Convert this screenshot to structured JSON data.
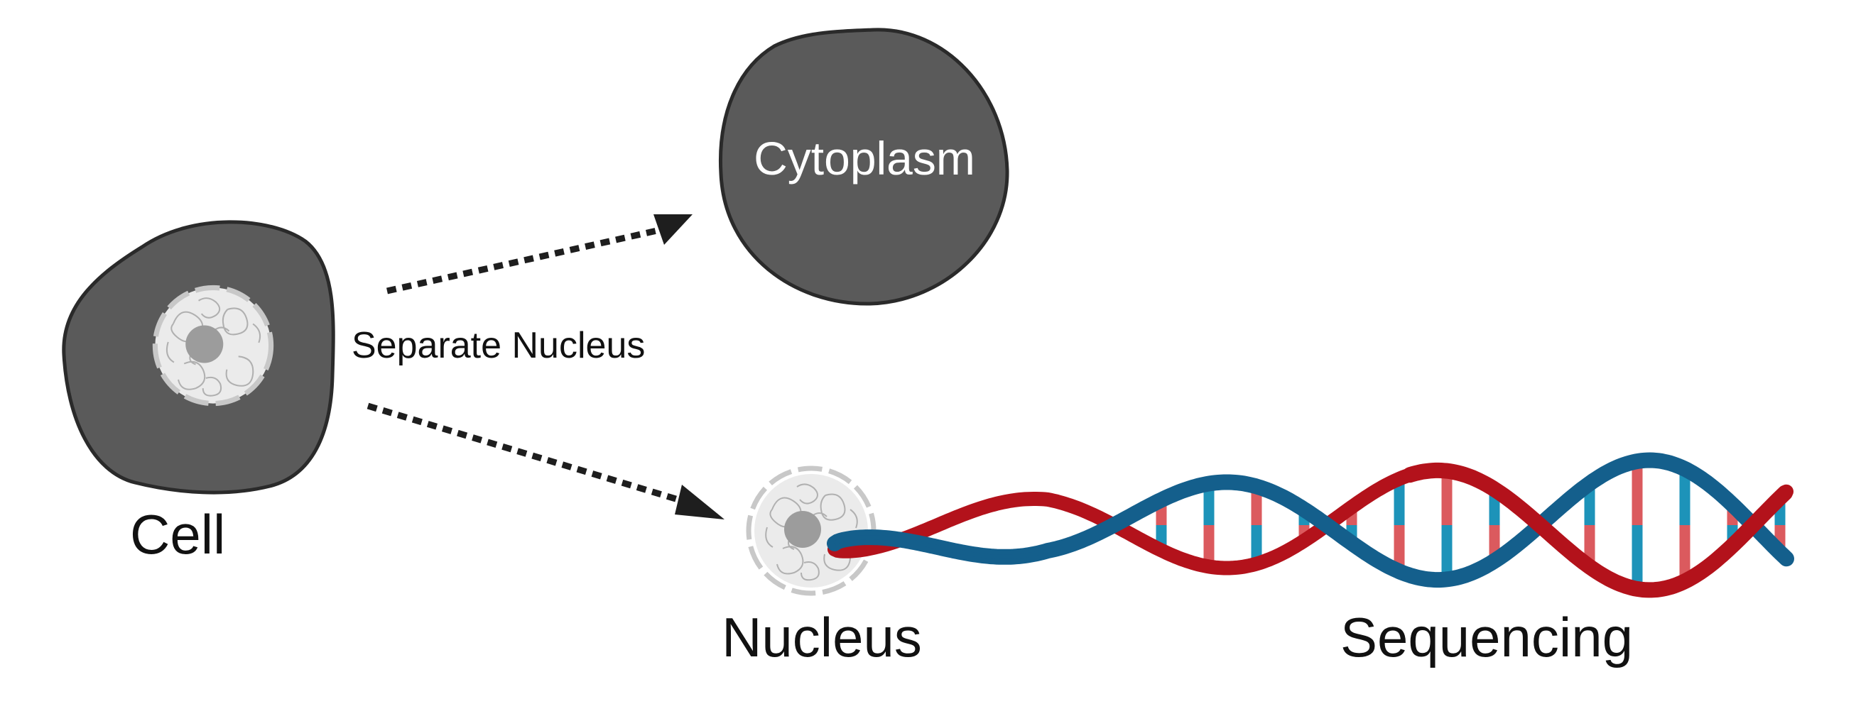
{
  "labels": {
    "cell": "Cell",
    "separate": "Separate Nucleus",
    "cytoplasm": "Cytoplasm",
    "nucleus": "Nucleus",
    "sequencing": "Sequencing"
  },
  "colors": {
    "cell_fill": "#5a5a5a",
    "cell_outline": "#2a2a2a",
    "arrow": "#1e1e1e",
    "nucleus_fill": "#ebebeb",
    "nucleolus": "#9c9c9c",
    "dna_blue": "#145f8c",
    "dna_red": "#b3121b",
    "rung_blue": "#1d93b9",
    "rung_red": "#db5a5e"
  },
  "icons": {
    "cell": "cell-icon",
    "cytoplasm": "cytoplasm-icon",
    "nucleus": "nucleus-icon",
    "dna": "dna-double-helix-icon"
  }
}
